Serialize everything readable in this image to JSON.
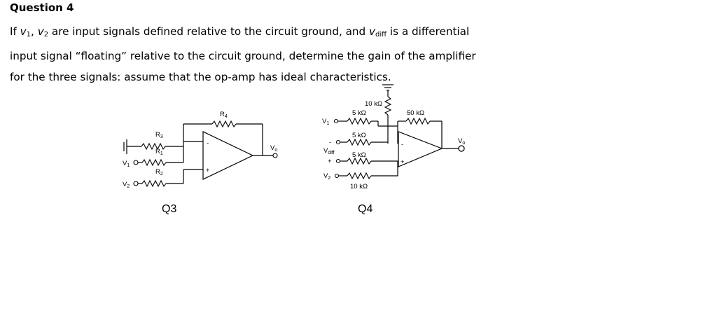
{
  "question": {
    "heading": "Question 4",
    "line1": {
      "pre": "If ",
      "v1": "v",
      "v1_sub": "1",
      "comma": ", ",
      "v2": "v",
      "v2_sub": "2",
      "mid": " are input signals defined relative to the circuit ground, and ",
      "vd": "v",
      "vd_sub": "diff",
      "post": " is a differential"
    },
    "line2": "input signal “floating” relative to the circuit ground, determine the gain of the amplifier",
    "line3": "for the three signals: assume that the op-amp has ideal characteristics."
  },
  "q3": {
    "caption": "Q3",
    "R4": "R",
    "R4_sub": "4",
    "R3": "R",
    "R3_sub": "3",
    "R1": "R",
    "R1_sub": "1",
    "R2": "R",
    "R2_sub": "2",
    "v1": "V",
    "v1_sub": "1",
    "v2": "V",
    "v2_sub": "2",
    "vo": "V",
    "vo_sub": "o",
    "minus": "-",
    "plus": "+"
  },
  "q4": {
    "caption": "Q4",
    "r_10k_top": "10 kΩ",
    "r_5k_v1": "5 kΩ",
    "r_50k": "50 kΩ",
    "r_5k_mid": "5 kΩ",
    "r_5k_low": "5 kΩ",
    "r_10k_bottom": "10 kΩ",
    "v1": "V",
    "v1_sub": "1",
    "v2": "V",
    "v2_sub": "2",
    "vdiff": "V",
    "vdiff_sub": "diff",
    "vdiff_minus": "-",
    "vdiff_plus": "+",
    "vo": "V",
    "vo_sub": "o",
    "minus": "-",
    "plus": "+"
  }
}
